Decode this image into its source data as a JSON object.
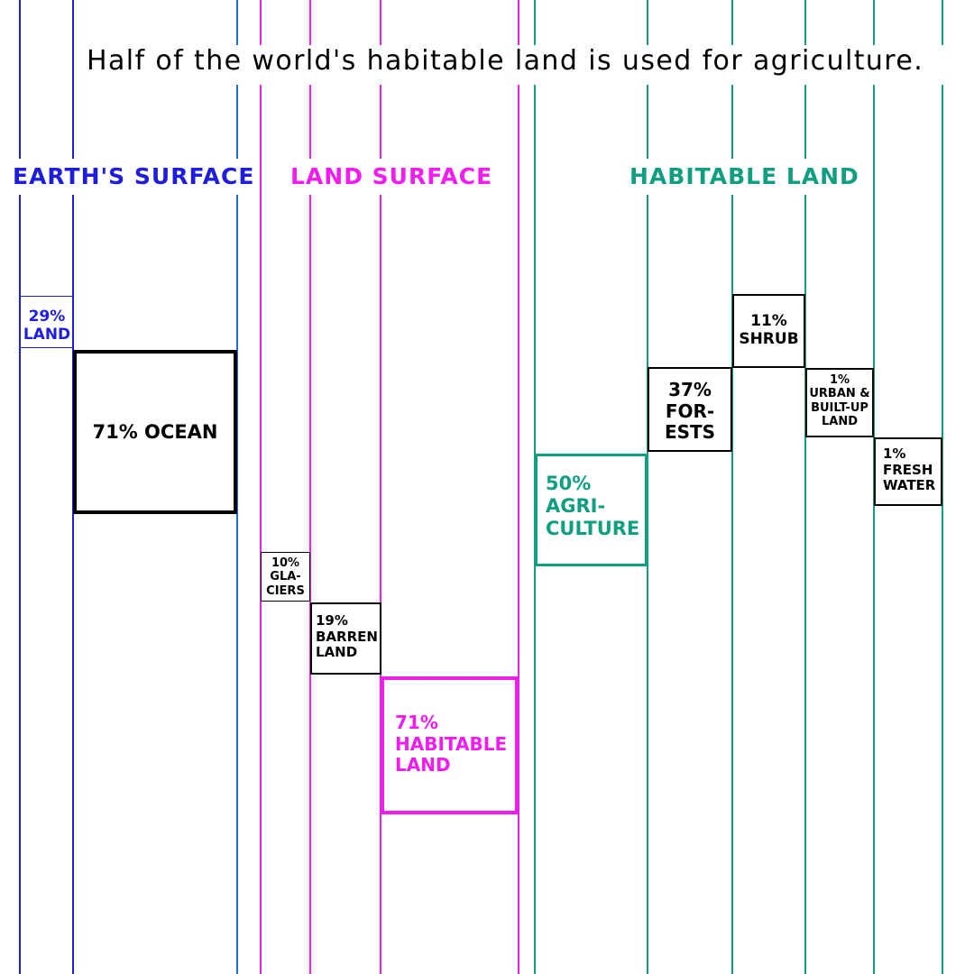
{
  "title": "Half of the world's habitable land is used for agriculture.",
  "colors": {
    "earth": "#1d1ddb",
    "earth_divider": "#1a6fd6",
    "land": "#f01cf0",
    "habitable": "#0f9e7f",
    "neutral": "#000000"
  },
  "groups": {
    "earth": "EARTH'S SURFACE",
    "land": "LAND SURFACE",
    "habitable": "HABITABLE LAND"
  },
  "chart_data": {
    "type": "waterfall",
    "title": "Half of the world's habitable land is used for agriculture.",
    "groups": [
      {
        "name": "EARTH'S SURFACE",
        "items": [
          {
            "label_lines": [
              "29%",
              "LAND"
            ],
            "value": 29
          },
          {
            "label_lines": [
              "71% OCEAN"
            ],
            "value": 71
          }
        ]
      },
      {
        "name": "LAND SURFACE",
        "items": [
          {
            "label_lines": [
              "10%",
              "GLA-",
              "CIERS"
            ],
            "value": 10
          },
          {
            "label_lines": [
              "19%",
              "BARREN",
              "LAND"
            ],
            "value": 19
          },
          {
            "label_lines": [
              "71%",
              "HABITABLE",
              "LAND"
            ],
            "value": 71
          }
        ]
      },
      {
        "name": "HABITABLE LAND",
        "items": [
          {
            "label_lines": [
              "50%",
              "AGRI-",
              "CULTURE"
            ],
            "value": 50
          },
          {
            "label_lines": [
              "37%",
              "FOR-",
              "ESTS"
            ],
            "value": 37
          },
          {
            "label_lines": [
              "11%",
              "SHRUB"
            ],
            "value": 11
          },
          {
            "label_lines": [
              "1%",
              "URBAN &",
              "BUILT-UP",
              "LAND"
            ],
            "value": 1
          },
          {
            "label_lines": [
              "1%",
              "FRESH",
              "WATER"
            ],
            "value": 1
          }
        ]
      }
    ]
  }
}
